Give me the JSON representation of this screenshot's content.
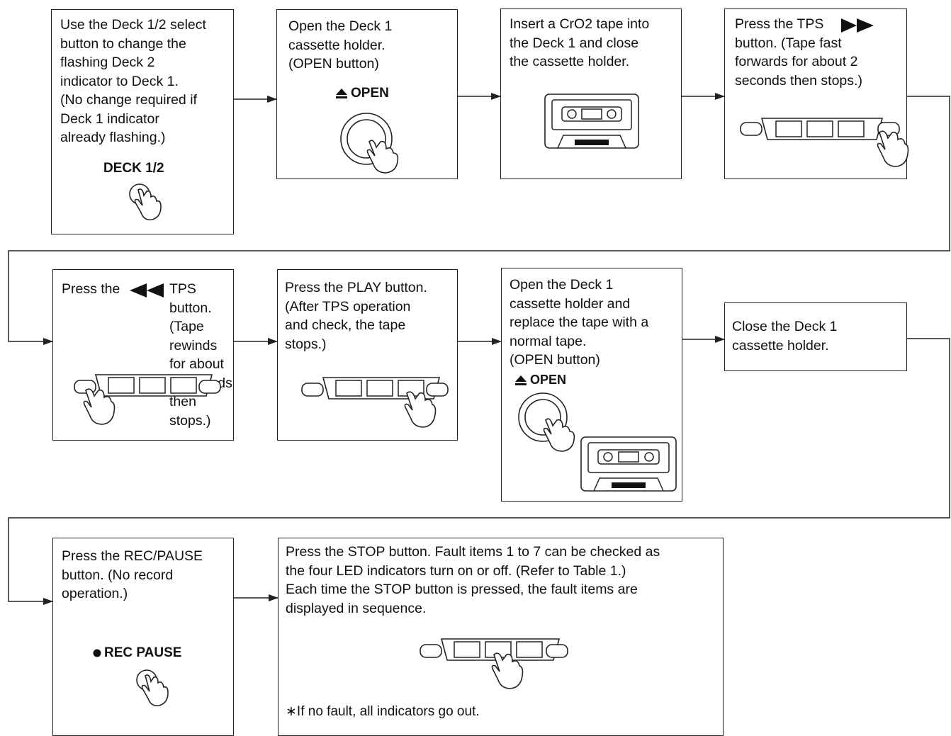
{
  "steps": [
    {
      "text": "Use the Deck 1/2 select\nbutton to change the\nflashing Deck 2\nindicator to Deck 1.\n(No change required if\nDeck 1 indicator\nalready flashing.)",
      "button_label": "DECK 1/2"
    },
    {
      "text": "Open the Deck 1\ncassette holder.\n(OPEN button)",
      "button_label": "OPEN"
    },
    {
      "text": "Insert a CrO2 tape into\nthe Deck 1 and close\nthe cassette holder."
    },
    {
      "text_a": "Press the TPS",
      "text_b": "\nbutton. (Tape fast\nforwards for about 2\nseconds then stops.)"
    },
    {
      "text_a": "Press the",
      "text_b": "TPS\nbutton. (Tape rewinds\nfor about 2 seconds\nthen stops.)"
    },
    {
      "text": "Press the PLAY button.\n(After TPS operation\nand check, the tape\nstops.)"
    },
    {
      "text": "Open the Deck 1\ncassette holder and\nreplace the tape with a\nnormal tape.\n(OPEN button)",
      "button_label": "OPEN"
    },
    {
      "text": "Close the Deck 1\ncassette holder."
    },
    {
      "text": "Press the REC/PAUSE\nbutton. (No record\noperation.)",
      "button_label": "REC PAUSE"
    },
    {
      "text": "Press the STOP button. Fault items 1 to 7 can be checked as\nthe four LED indicators turn on or off. (Refer to Table 1.)\nEach time the STOP button is pressed, the fault items are\ndisplayed in sequence.",
      "footnote": "∗If no fault, all indicators go out."
    }
  ],
  "icons": {
    "eject": "eject-icon",
    "dot": "record-dot-icon",
    "ff": "fast-forward-icon",
    "rew": "rewind-icon"
  }
}
